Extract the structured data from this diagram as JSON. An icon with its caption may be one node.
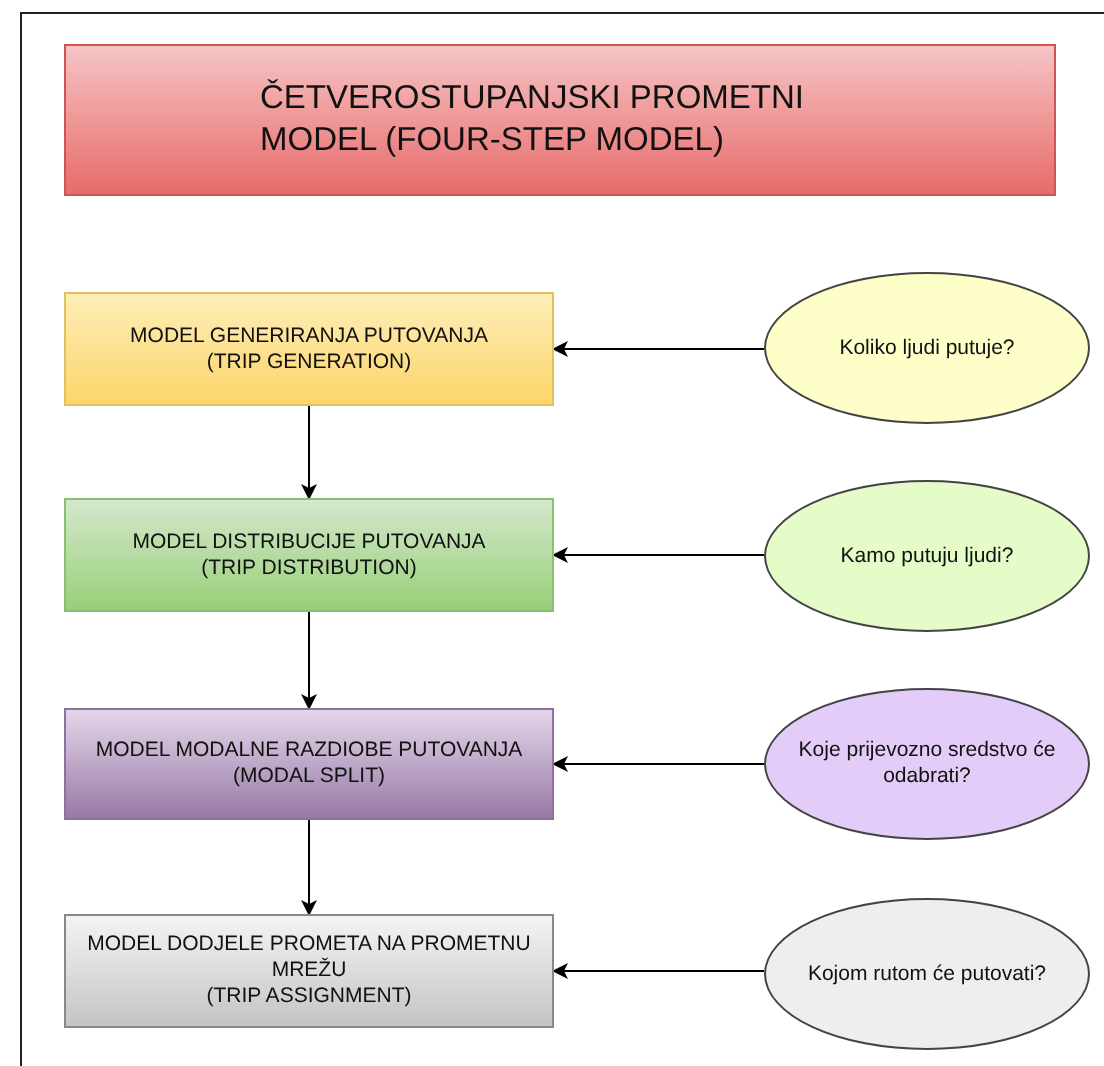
{
  "diagram": {
    "title": "ČETVEROSTUPANJSKI PROMETNI MODEL (FOUR-STEP MODEL)",
    "nodes": [
      {
        "text": [
          "MODEL GENERIRANJA PUTOVANJA",
          "(TRIP GENERATION)"
        ]
      },
      {
        "text": [
          "Koliko ljudi putuje?"
        ]
      },
      {
        "text": [
          "MODEL DISTRIBUCIJE PUTOVANJA",
          "(TRIP DISTRIBUTION)"
        ]
      },
      {
        "text": [
          "Kamo putuju ljudi?"
        ]
      },
      {
        "text": [
          "MODEL MODALNE RAZDIOBE PUTOVANJA",
          "(MODAL SPLIT)"
        ]
      },
      {
        "text": [
          "Koje prijevozno sredstvo će odabrati?"
        ]
      },
      {
        "text": [
          "MODEL DODJELE PROMETA NA PROMETNU MREŽU",
          "(TRIP ASSIGNMENT)"
        ]
      },
      {
        "text": [
          "Kojom rutom će putovati?"
        ]
      }
    ],
    "edges": [
      {
        "from": 1,
        "to": 0,
        "arrow": "to"
      },
      {
        "from": 0,
        "to": 2,
        "arrow": "to"
      },
      {
        "from": 3,
        "to": 2,
        "arrow": "to"
      },
      {
        "from": 2,
        "to": 4,
        "arrow": "to"
      },
      {
        "from": 5,
        "to": 4,
        "arrow": "to"
      },
      {
        "from": 4,
        "to": 6,
        "arrow": "to"
      },
      {
        "from": 7,
        "to": 6,
        "arrow": "to"
      }
    ]
  }
}
